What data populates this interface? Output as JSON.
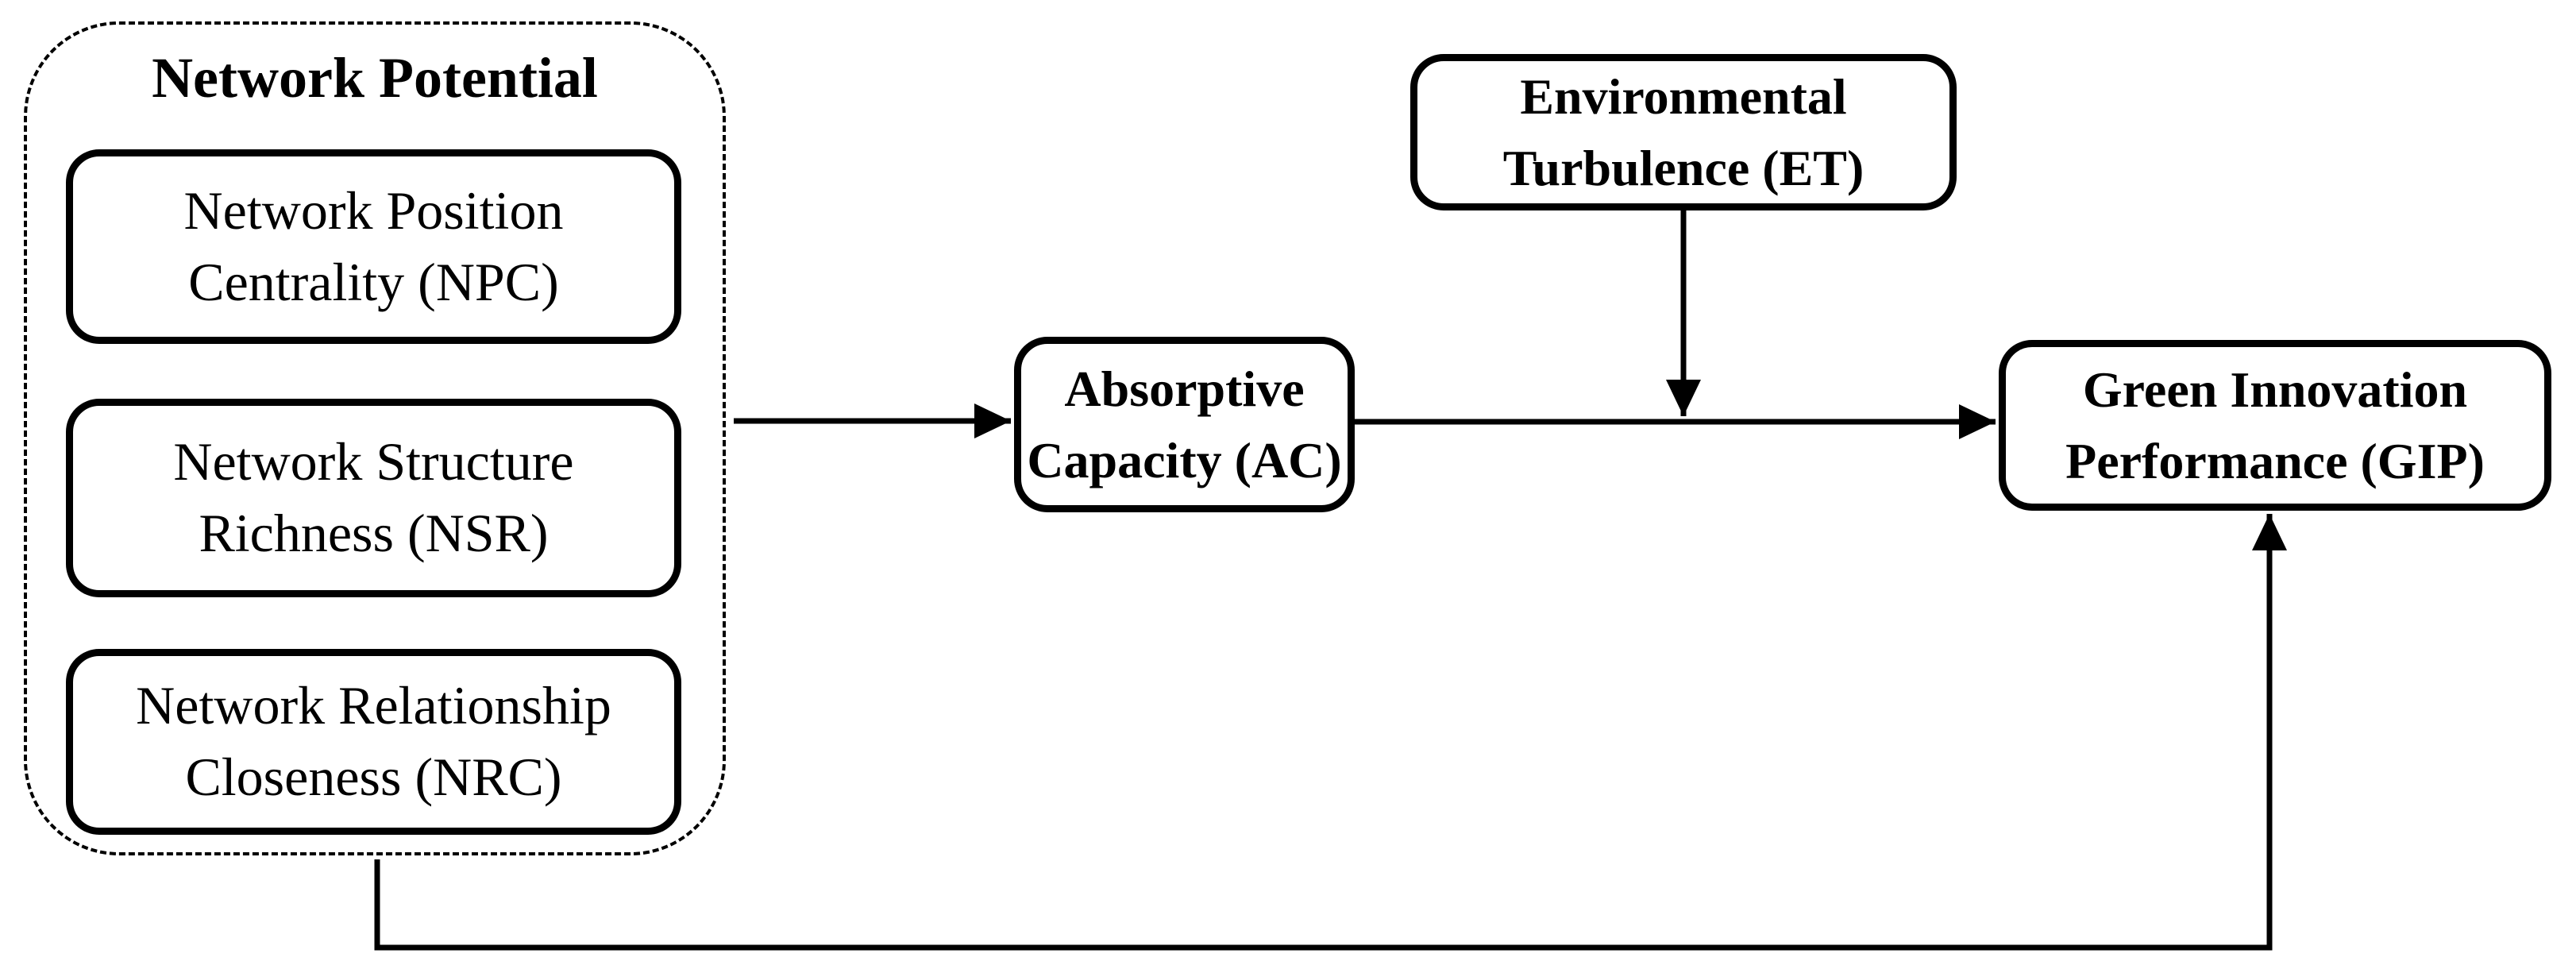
{
  "figure": {
    "type": "conceptual-model-diagram",
    "background_color": "#ffffff",
    "stroke_color": "#000000",
    "text_color": "#000000"
  },
  "network_potential_group": {
    "title": "Network Potential",
    "border_style": "dashed",
    "nodes": [
      {
        "id": "NPC",
        "line1": "Network Position",
        "line2": "Centrality (NPC)"
      },
      {
        "id": "NSR",
        "line1": "Network Structure",
        "line2": "Richness (NSR)"
      },
      {
        "id": "NRC",
        "line1": "Network Relationship",
        "line2": "Closeness (NRC)"
      }
    ]
  },
  "nodes": {
    "ac": {
      "id": "AC",
      "line1": "Absorptive",
      "line2": "Capacity (AC)"
    },
    "et": {
      "id": "ET",
      "line1": "Environmental",
      "line2": "Turbulence (ET)"
    },
    "gip": {
      "id": "GIP",
      "line1": "Green Innovation",
      "line2": "Performance (GIP)"
    }
  },
  "edges": [
    {
      "from": "Network Potential",
      "to": "Absorptive Capacity (AC)",
      "type": "solid-arrow"
    },
    {
      "from": "Absorptive Capacity (AC)",
      "to": "Green Innovation Performance (GIP)",
      "type": "solid-arrow"
    },
    {
      "from": "Environmental Turbulence (ET)",
      "to": "AC-to-GIP path",
      "type": "moderation-arrow"
    },
    {
      "from": "Network Potential",
      "to": "Green Innovation Performance (GIP)",
      "type": "elbow-arrow-bottom"
    }
  ]
}
